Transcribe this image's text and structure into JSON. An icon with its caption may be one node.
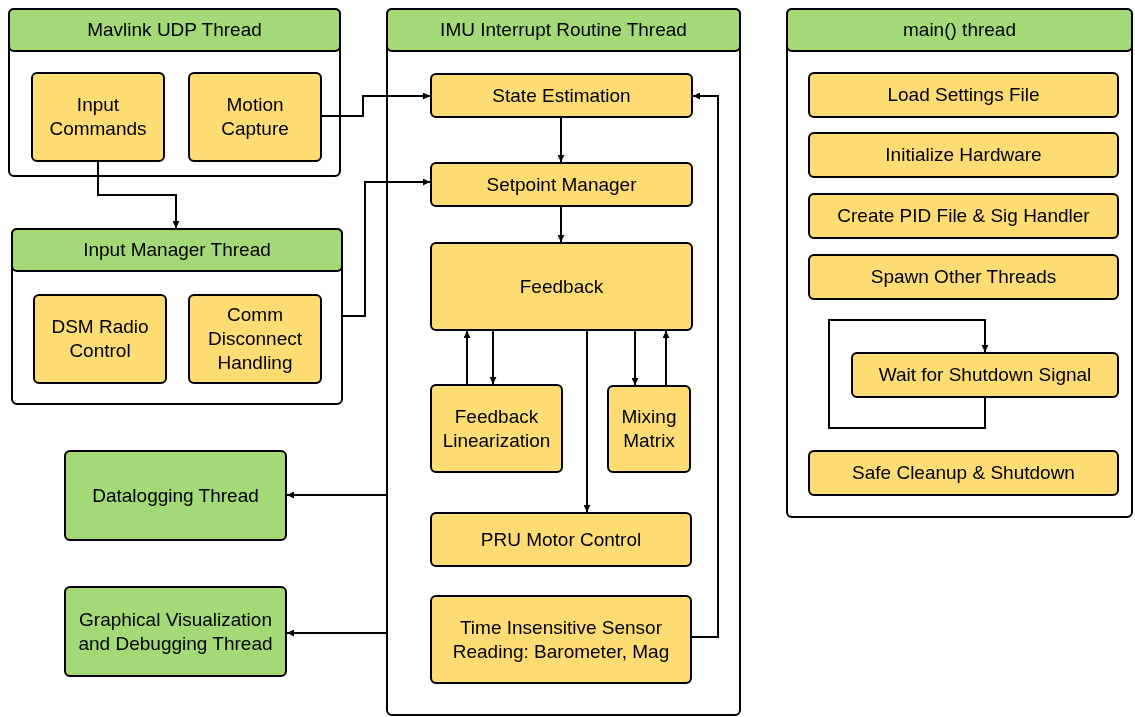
{
  "diagram": {
    "nodes": [
      {
        "text": [
          "Mavlink UDP Thread"
        ]
      },
      {
        "text": [
          "Input Commands"
        ],
        "in": 0
      },
      {
        "text": [
          "Motion Capture"
        ],
        "in": 0
      },
      {
        "text": [
          "Input Manager Thread"
        ]
      },
      {
        "text": [
          "DSM Radio Control"
        ],
        "in": 3
      },
      {
        "text": [
          "Comm Disconnect Handling"
        ],
        "in": 3
      },
      {
        "text": [
          "IMU Interrupt Routine Thread"
        ]
      },
      {
        "text": [
          "State Estimation"
        ],
        "in": 6
      },
      {
        "text": [
          "Setpoint Manager"
        ],
        "in": 6
      },
      {
        "text": [
          "Feedback"
        ],
        "in": 6
      },
      {
        "text": [
          "Feedback Linearization"
        ],
        "in": 6
      },
      {
        "text": [
          "Mixing Matrix"
        ],
        "in": 6
      },
      {
        "text": [
          "PRU Motor Control"
        ],
        "in": 6
      },
      {
        "text": [
          "Time Insensitive Sensor Reading: Barometer, Mag"
        ],
        "in": 6
      },
      {
        "text": [
          "Datalogging Thread"
        ]
      },
      {
        "text": [
          "Graphical Visualization and Debugging Thread"
        ]
      },
      {
        "text": [
          "main() thread"
        ]
      },
      {
        "text": [
          "Load Settings File"
        ],
        "in": 16
      },
      {
        "text": [
          "Initialize Hardware"
        ],
        "in": 16
      },
      {
        "text": [
          "Create PID File & Sig Handler"
        ],
        "in": 16
      },
      {
        "text": [
          "Spawn Other Threads"
        ],
        "in": 16
      },
      {
        "text": [
          "Wait for Shutdown Signal"
        ],
        "in": 16
      },
      {
        "text": [
          "Safe Cleanup & Shutdown"
        ],
        "in": 16
      }
    ],
    "edges": [
      {
        "from": 2,
        "to": 7,
        "arrow": "to"
      },
      {
        "from": 1,
        "to": 3,
        "arrow": "to"
      },
      {
        "from": 3,
        "to": 8,
        "arrow": "to"
      },
      {
        "from": 7,
        "to": 8,
        "arrow": "to"
      },
      {
        "from": 8,
        "to": 9,
        "arrow": "to"
      },
      {
        "from": 10,
        "to": 9,
        "arrow": "to"
      },
      {
        "from": 9,
        "to": 10,
        "arrow": "to"
      },
      {
        "from": 9,
        "to": 11,
        "arrow": "to"
      },
      {
        "from": 11,
        "to": 9,
        "arrow": "to"
      },
      {
        "from": 9,
        "to": 12,
        "arrow": "to"
      },
      {
        "from": 13,
        "to": 7,
        "arrow": "to"
      },
      {
        "from": 6,
        "to": 14,
        "arrow": "to"
      },
      {
        "from": 6,
        "to": 15,
        "arrow": "to"
      },
      {
        "from": 21,
        "to": 21,
        "arrow": "to"
      }
    ]
  }
}
